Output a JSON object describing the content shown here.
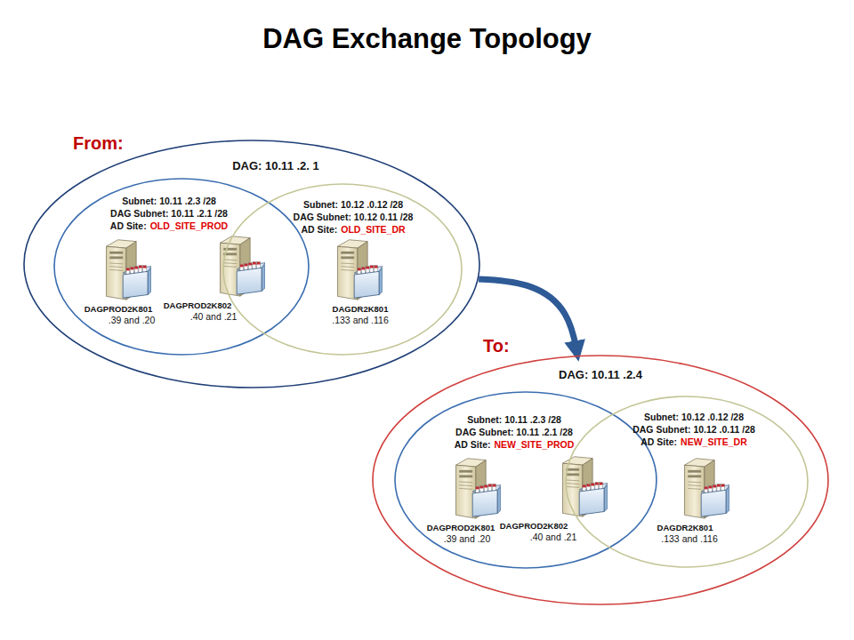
{
  "diagram": {
    "title": "DAG Exchange Topology",
    "nodes": [
      {
        "text": [
          "DAG: 10.11 .2. 1"
        ]
      },
      {
        "text": [
          "Subnet: 10.11 .2.3 /28",
          "DAG Subnet: 10.11 .2.1 /28",
          "AD Site:",
          "OLD_SITE_PROD"
        ],
        "in": 0
      },
      {
        "text": [
          "DAGPROD2K801",
          ".39 and .20"
        ],
        "in": 1
      },
      {
        "text": [
          "DAGPROD2K802",
          ".40 and .21"
        ],
        "in": 1
      },
      {
        "text": [
          "Subnet: 10.12 .0.12 /28",
          "DAG Subnet: 10.12 0.11 /28",
          "AD Site:",
          "OLD_SITE_DR"
        ],
        "in": 0
      },
      {
        "text": [
          "DAGDR2K801",
          ".133 and .116"
        ],
        "in": 4
      },
      {
        "text": [
          "DAG: 10.11 .2.4"
        ]
      },
      {
        "text": [
          "Subnet: 10.11 .2.3 /28",
          "DAG Subnet: 10.11 .2.1 /28",
          "AD Site:",
          "NEW_SITE_PROD"
        ],
        "in": 6
      },
      {
        "text": [
          "DAGPROD2K801",
          ".39 and .20"
        ],
        "in": 7
      },
      {
        "text": [
          "DAGPROD2K802",
          ".40 and .21"
        ],
        "in": 7
      },
      {
        "text": [
          "Subnet: 10.12 .0.12 /28",
          "DAG Subnet: 10.12 .0.11 /28",
          "AD Site:",
          "NEW_SITE_DR"
        ],
        "in": 6
      },
      {
        "text": [
          "DAGDR2K801",
          ".133 and .116"
        ],
        "in": 10
      }
    ],
    "edges": [
      {
        "from": 0,
        "to": 6,
        "arrow": "to"
      }
    ],
    "labels": [
      "From:",
      "To:"
    ]
  }
}
